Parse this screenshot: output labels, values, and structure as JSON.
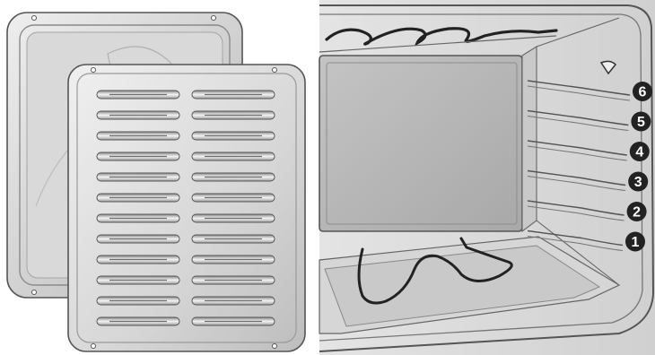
{
  "figure": {
    "left_panel": "broiler-pan-and-grid",
    "right_panel": "oven-cavity-rack-positions"
  },
  "oven": {
    "rack_positions": [
      "6",
      "5",
      "4",
      "3",
      "2",
      "1"
    ]
  },
  "colors": {
    "outline": "#555555",
    "metal_light": "#e8e8e8",
    "metal_mid": "#c8c8c8",
    "metal_dark": "#9a9a9a",
    "label_fill": "#222222"
  }
}
